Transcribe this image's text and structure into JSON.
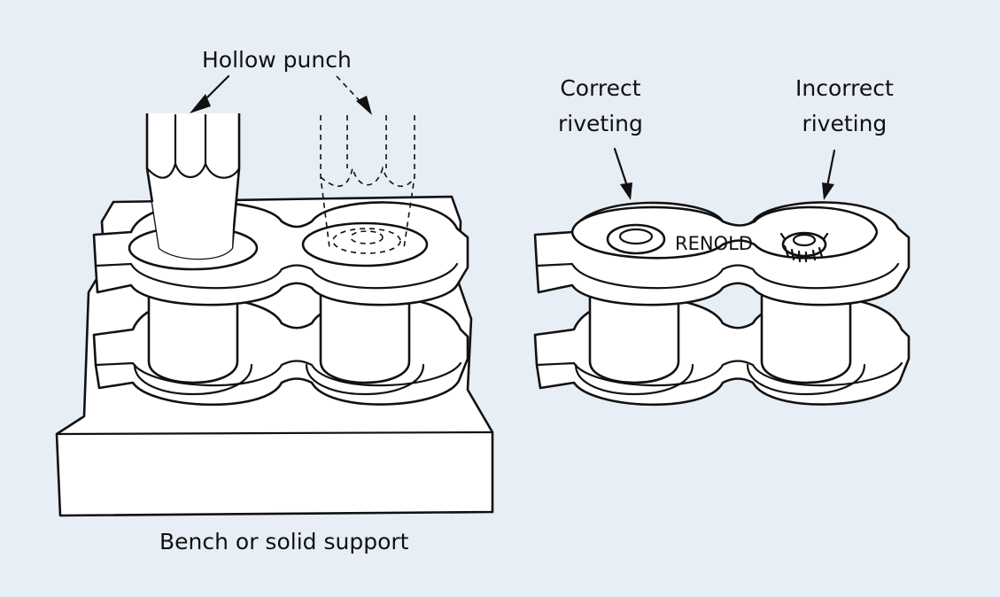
{
  "labels": {
    "hollow_punch": "Hollow punch",
    "correct": "Correct\nriveting",
    "incorrect": "Incorrect\nriveting",
    "bench": "Bench or solid support",
    "brand": "RENOLD"
  },
  "colors": {
    "background": "#e8eef6",
    "ink": "#111111",
    "fill": "#ffffff"
  }
}
